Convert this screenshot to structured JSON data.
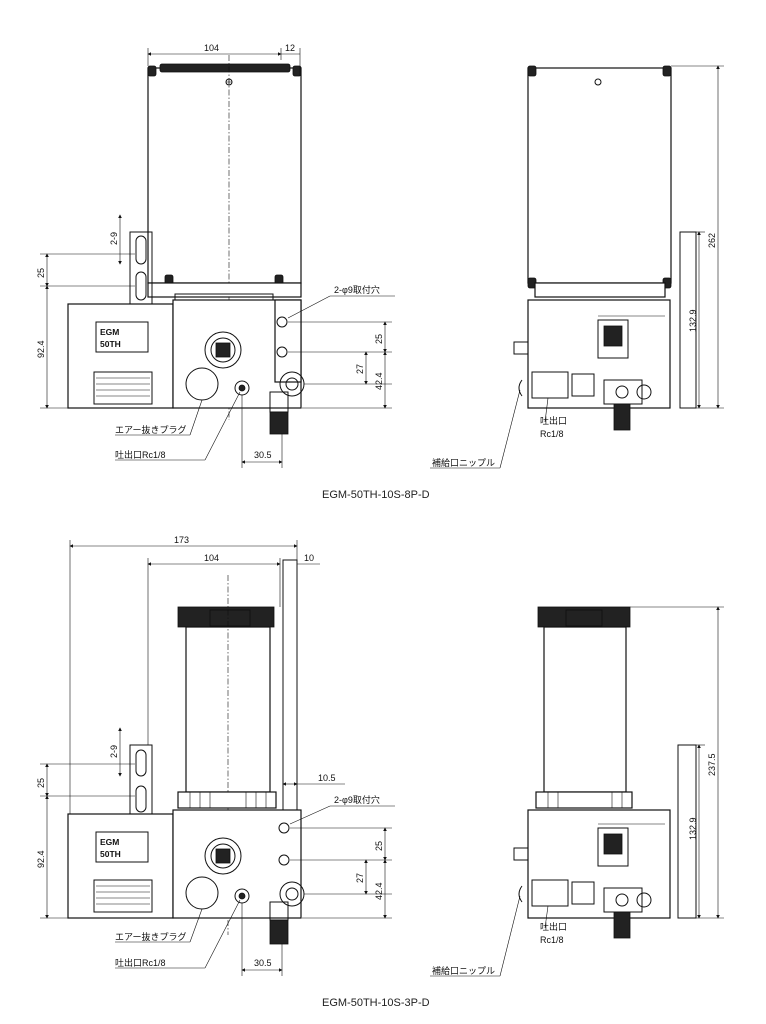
{
  "drawing1": {
    "caption": "EGM-50TH-10S-8P-D",
    "dims": {
      "width_top": "104",
      "offset_top": "12",
      "slot": "2-9",
      "left_upper": "25",
      "left_lower": "92.4",
      "hole_spacing": "25",
      "h27": "27",
      "h42": "42.4",
      "outlet_offset": "30.5",
      "side_total": "262",
      "side_lower": "132.9"
    },
    "labels": {
      "mount_holes": "2-φ9取付穴",
      "air_plug": "エアー抜きプラグ",
      "outlet_front": "吐出口Rc1/8",
      "outlet_side_1": "吐出口",
      "outlet_side_2": "Rc1/8",
      "fill_nipple": "補給口ニップル"
    },
    "logo": {
      "line1": "EGM",
      "line2": "50TH"
    }
  },
  "drawing2": {
    "caption": "EGM-50TH-10S-3P-D",
    "dims": {
      "width_total": "173",
      "width_top": "104",
      "offset_top": "10",
      "slot": "2-9",
      "left_upper": "25",
      "left_lower": "92.4",
      "bracket": "10.5",
      "hole_spacing": "25",
      "h27": "27",
      "h42": "42.4",
      "outlet_offset": "30.5",
      "side_total": "237.5",
      "side_lower": "132.9"
    },
    "labels": {
      "mount_holes": "2-φ9取付穴",
      "air_plug": "エアー抜きプラグ",
      "outlet_front": "吐出口Rc1/8",
      "outlet_side_1": "吐出口",
      "outlet_side_2": "Rc1/8",
      "fill_nipple": "補給口ニップル"
    },
    "logo": {
      "line1": "EGM",
      "line2": "50TH"
    }
  }
}
